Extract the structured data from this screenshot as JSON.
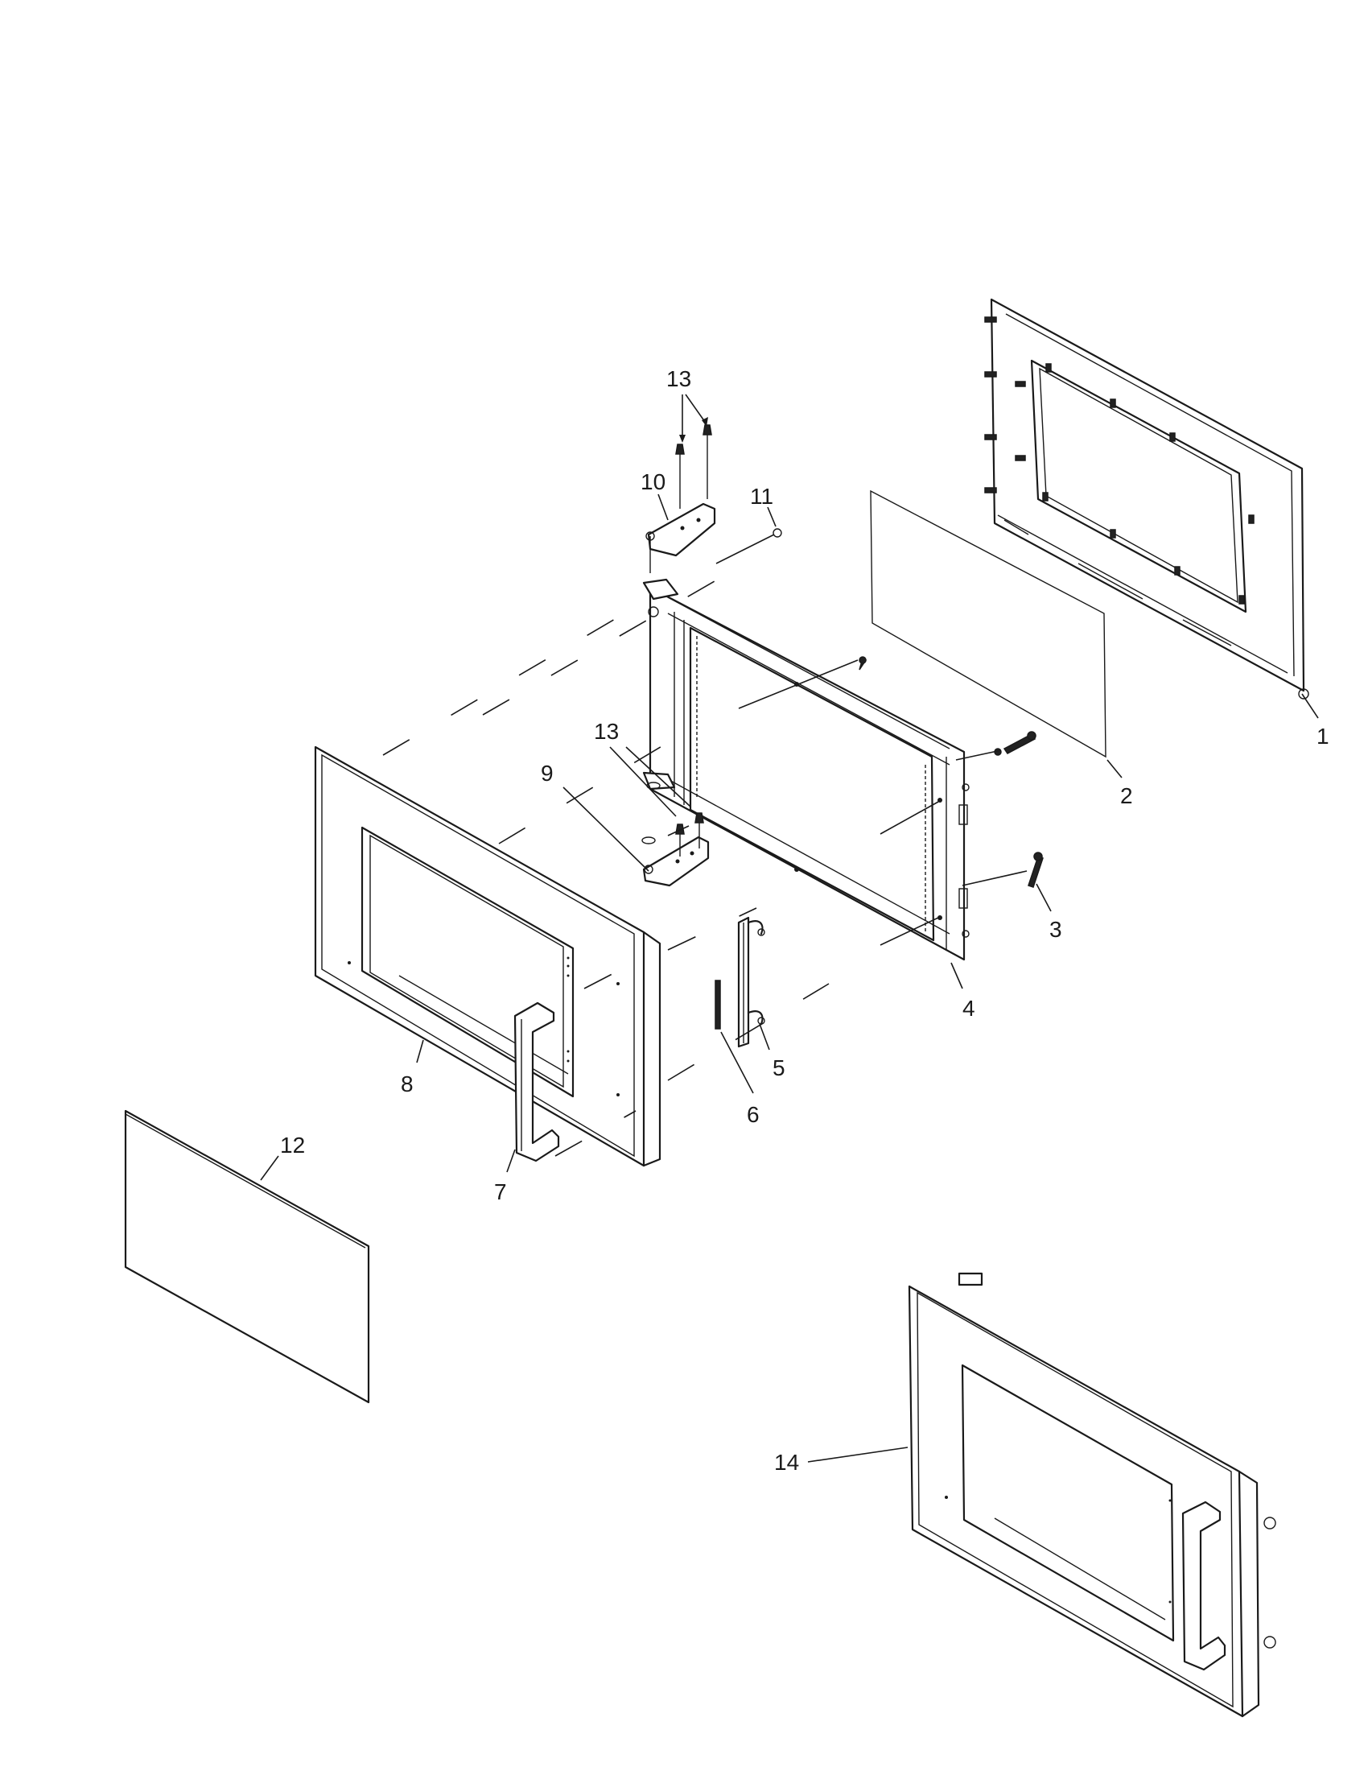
{
  "callouts": {
    "c1": "1",
    "c2": "2",
    "c3": "3",
    "c4": "4",
    "c5": "5",
    "c6": "6",
    "c7": "7",
    "c8": "8",
    "c9": "9",
    "c10": "10",
    "c11": "11",
    "c12": "12",
    "c13_top": "13",
    "c13_mid": "13",
    "c14": "14"
  }
}
